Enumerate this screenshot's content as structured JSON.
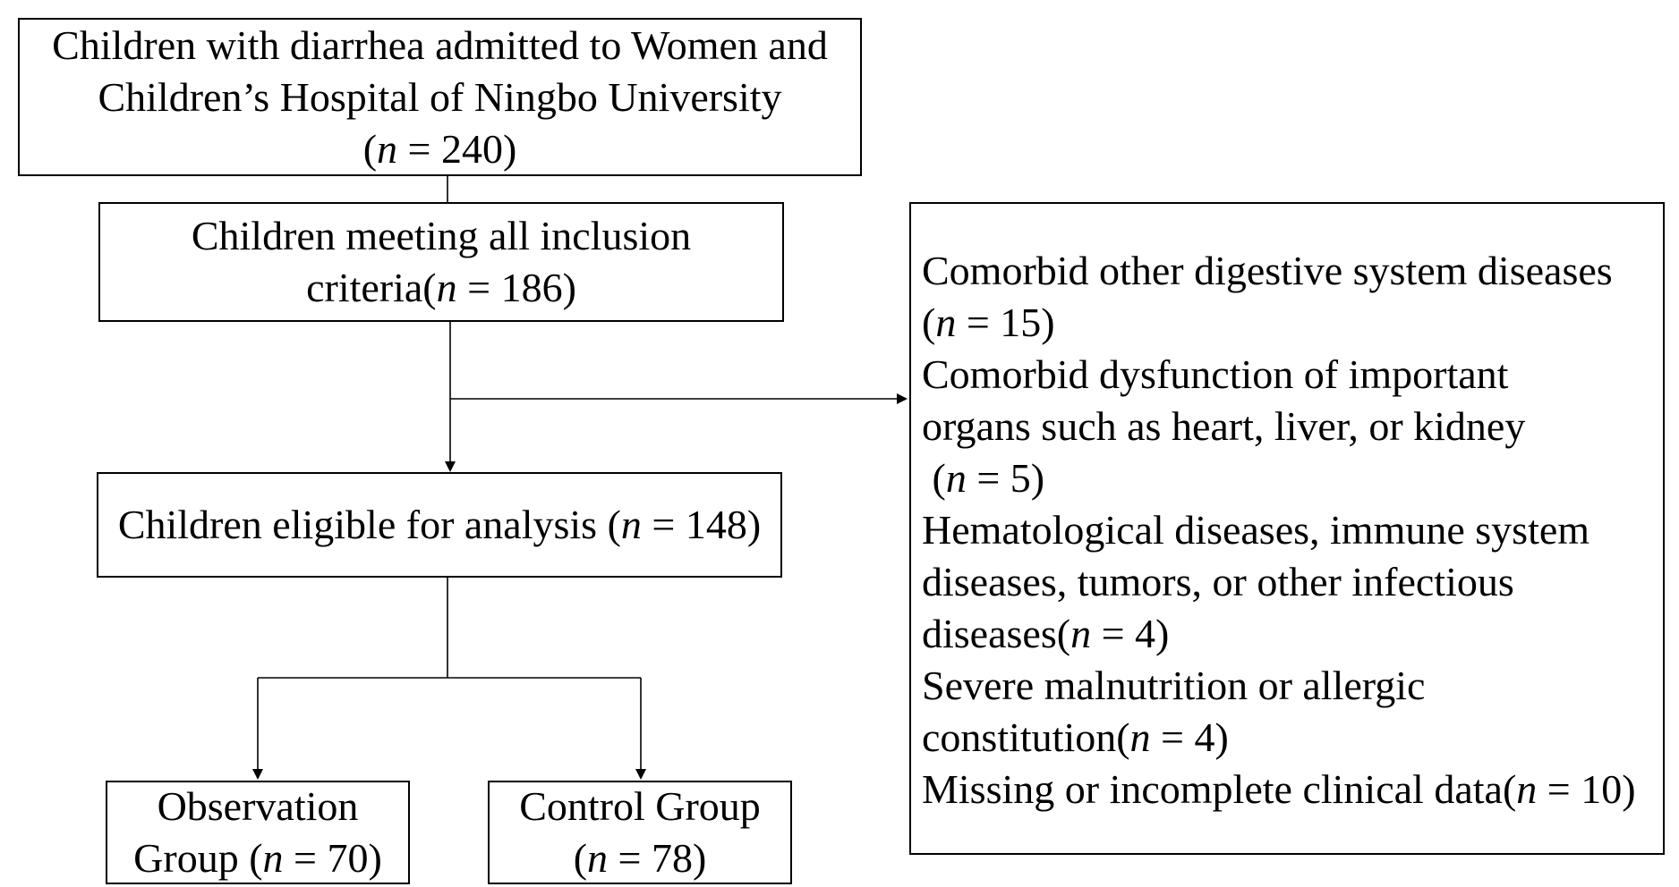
{
  "n_symbol": "n",
  "eq": " = ",
  "boxes": {
    "admitted": {
      "line1": "Children with diarrhea admitted to Women and",
      "line2": "Children’s Hospital of Ningbo University",
      "open": "(",
      "value": "240",
      "close": ")"
    },
    "inclusion": {
      "line1": "Children meeting all inclusion",
      "prefix": "criteria(",
      "value": "186",
      "close": ")"
    },
    "eligible": {
      "prefix": "Children eligible for analysis (",
      "value": "148",
      "close": ")"
    },
    "observation": {
      "line1": "Observation",
      "prefix": "Group (",
      "value": "70",
      "close": ")"
    },
    "control": {
      "line1": "Control Group",
      "prefix": "(",
      "value": "78",
      "close": ")"
    }
  },
  "exclusions": [
    {
      "line1": "Comorbid other digestive system diseases",
      "prefix": "(",
      "value": "15",
      "close": ")"
    },
    {
      "line1": "Comorbid dysfunction of important",
      "line2": "organs such as heart, liver, or kidney",
      "prefix": " (",
      "value": "5",
      "close": ")"
    },
    {
      "line1": "Hematological diseases, immune system",
      "line2": "diseases, tumors, or other infectious",
      "prefix": "diseases(",
      "value": "4",
      "close": ")"
    },
    {
      "line1": "Severe malnutrition or allergic",
      "prefix": "constitution(",
      "value": "4",
      "close": ")"
    },
    {
      "prefix": "Missing or incomplete clinical data(",
      "value": "10",
      "close": ")"
    }
  ]
}
